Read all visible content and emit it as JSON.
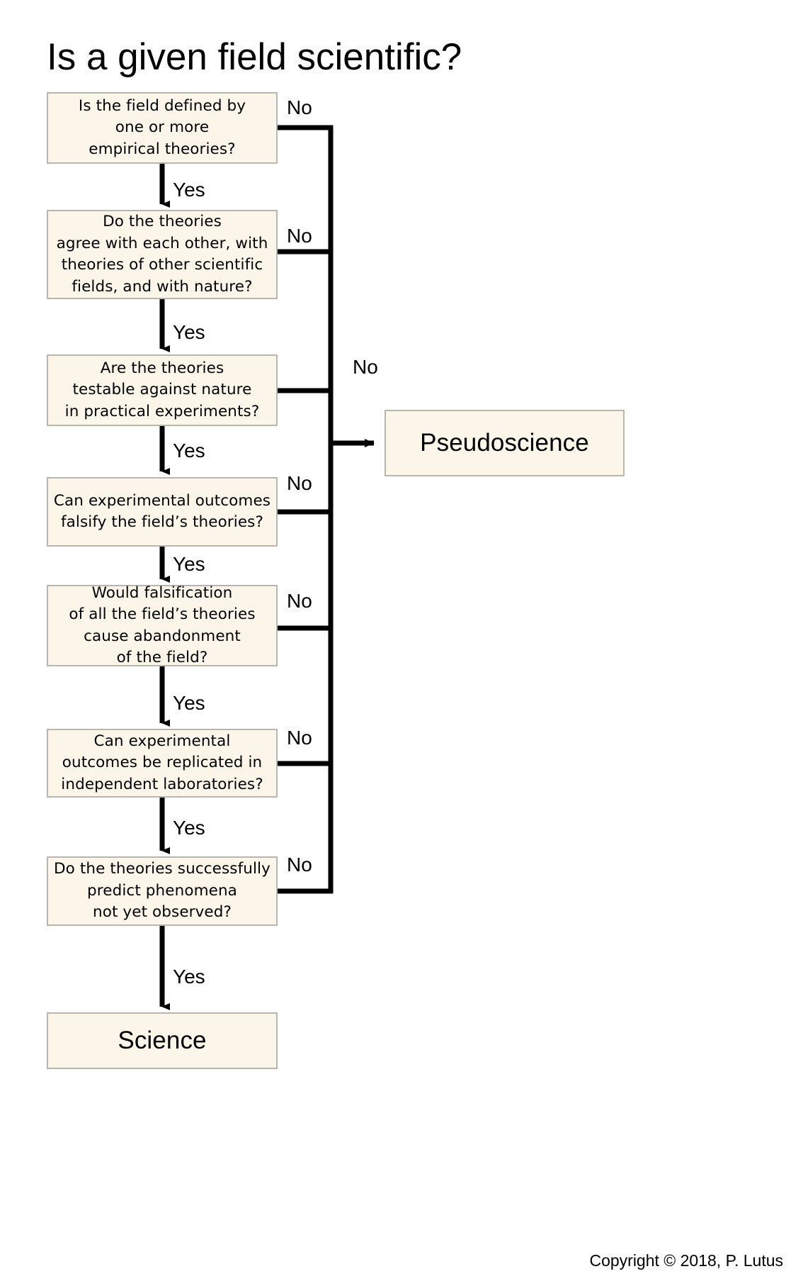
{
  "title": "Is a given field scientific?",
  "copyright": "Copyright © 2018, P. Lutus",
  "colors": {
    "node_fill": "#fbf6e9",
    "node_border": "#b8b5ac",
    "line": "#000000",
    "background": "#ffffff",
    "text": "#000000"
  },
  "chart_data": {
    "type": "diagram",
    "title": "Is a given field scientific?",
    "layout": "top-down decision flowchart with a shared No bus on the right",
    "nodes": [
      {
        "id": "q1",
        "kind": "decision",
        "text": "Is the field defined by\none or more\nempirical theories?"
      },
      {
        "id": "q2",
        "kind": "decision",
        "text": "Do the theories\nagree with each other, with\ntheories of other scientific\nfields, and with nature?"
      },
      {
        "id": "q3",
        "kind": "decision",
        "text": "Are the theories\ntestable against nature\nin practical experiments?"
      },
      {
        "id": "q4",
        "kind": "decision",
        "text": "Can experimental outcomes\nfalsify the field’s theories?"
      },
      {
        "id": "q5",
        "kind": "decision",
        "text": "Would falsification\nof all the field’s theories\ncause abandonment\nof the field?"
      },
      {
        "id": "q6",
        "kind": "decision",
        "text": "Can experimental\noutcomes be replicated in\nindependent laboratories?"
      },
      {
        "id": "q7",
        "kind": "decision",
        "text": "Do the theories successfully\npredict phenomena\nnot yet observed?"
      },
      {
        "id": "pseudoscience",
        "kind": "terminal",
        "text": "Pseudoscience"
      },
      {
        "id": "science",
        "kind": "terminal",
        "text": "Science"
      }
    ],
    "edges": [
      {
        "from": "q1",
        "to": "q2",
        "label": "Yes"
      },
      {
        "from": "q2",
        "to": "q3",
        "label": "Yes"
      },
      {
        "from": "q3",
        "to": "q4",
        "label": "Yes"
      },
      {
        "from": "q4",
        "to": "q5",
        "label": "Yes"
      },
      {
        "from": "q5",
        "to": "q6",
        "label": "Yes"
      },
      {
        "from": "q6",
        "to": "q7",
        "label": "Yes"
      },
      {
        "from": "q7",
        "to": "science",
        "label": "Yes"
      },
      {
        "from": "q1",
        "to": "pseudoscience",
        "label": "No"
      },
      {
        "from": "q2",
        "to": "pseudoscience",
        "label": "No"
      },
      {
        "from": "q3",
        "to": "pseudoscience",
        "label": "No"
      },
      {
        "from": "q4",
        "to": "pseudoscience",
        "label": "No"
      },
      {
        "from": "q5",
        "to": "pseudoscience",
        "label": "No"
      },
      {
        "from": "q6",
        "to": "pseudoscience",
        "label": "No"
      },
      {
        "from": "q7",
        "to": "pseudoscience",
        "label": "No"
      }
    ]
  },
  "nodes": {
    "q1": "Is the field defined by\none or more\nempirical theories?",
    "q2": "Do the theories\nagree with each other, with\ntheories of other scientific\nfields, and with nature?",
    "q3": "Are the theories\ntestable against nature\nin practical experiments?",
    "q4": "Can experimental outcomes\nfalsify the field’s theories?",
    "q5": "Would falsification\nof all the field’s theories\ncause abandonment\nof the field?",
    "q6": "Can experimental\noutcomes be replicated in\nindependent laboratories?",
    "q7": "Do the theories successfully\npredict phenomena\nnot yet observed?",
    "pseudoscience": "Pseudoscience",
    "science": "Science"
  },
  "labels": {
    "yes1": "Yes",
    "yes2": "Yes",
    "yes3": "Yes",
    "yes4": "Yes",
    "yes5": "Yes",
    "yes6": "Yes",
    "yes7": "Yes",
    "no1": "No",
    "no2": "No",
    "no3": "No",
    "no4": "No",
    "no5": "No",
    "no6": "No",
    "no7": "No"
  }
}
